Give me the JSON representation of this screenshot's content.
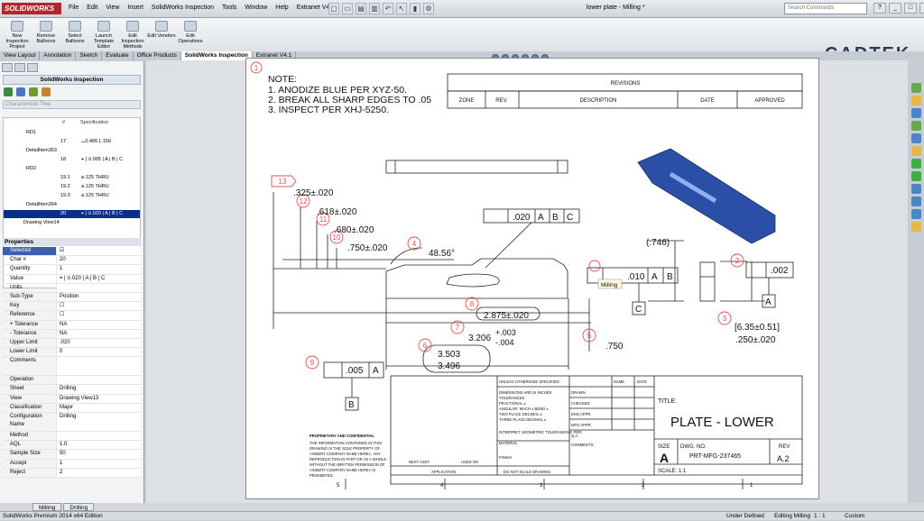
{
  "app": {
    "brand": "SOLIDWORKS",
    "title": "lower plate - Milling *",
    "search_placeholder": "Search Commands",
    "window_buttons": [
      "?",
      "_",
      "□",
      "×"
    ]
  },
  "menu": [
    "File",
    "Edit",
    "View",
    "Insert",
    "SolidWorks Inspection",
    "Tools",
    "Window",
    "Help",
    "Extranet V4.1"
  ],
  "commands": [
    {
      "label": "New Inspection Project"
    },
    {
      "label": "Remove Balloons"
    },
    {
      "label": "Select Balloons"
    },
    {
      "label": "Launch Template Editor"
    },
    {
      "label": "Edit Inspection Methods"
    },
    {
      "label": "Edit Vendors"
    },
    {
      "label": "Edit Operations"
    }
  ],
  "brand_logo": "CADTEK",
  "tabs": [
    {
      "label": "View Layout",
      "active": false
    },
    {
      "label": "Annotation",
      "active": false
    },
    {
      "label": "Sketch",
      "active": false
    },
    {
      "label": "Evaluate",
      "active": false
    },
    {
      "label": "Office Products",
      "active": false
    },
    {
      "label": "SolidWorks Inspection",
      "active": true
    },
    {
      "label": "Extranet V4.1",
      "active": false
    }
  ],
  "panel": {
    "title": "SolidWorks Inspection",
    "char_tree_label": "Characteristic Tree",
    "tree_headers": [
      "#",
      "Specification"
    ],
    "tree": [
      {
        "indent": 1,
        "label": "RD1",
        "spec": "",
        "selected": false
      },
      {
        "indent": 3,
        "label": "17",
        "spec": "⌴0.406 ↧.156",
        "selected": false
      },
      {
        "indent": 1,
        "label": "DetailItem363",
        "spec": "",
        "selected": false
      },
      {
        "indent": 3,
        "label": "18",
        "spec": "⌖ | ⌀.005 | A | B | C",
        "selected": false
      },
      {
        "indent": 1,
        "label": "RD2",
        "spec": "",
        "selected": false
      },
      {
        "indent": 3,
        "label": "19.1",
        "spec": "⌀.125 THRU",
        "selected": false
      },
      {
        "indent": 3,
        "label": "19.2",
        "spec": "⌀.125 THRU",
        "selected": false
      },
      {
        "indent": 3,
        "label": "19.3",
        "spec": "⌀.125 THRU",
        "selected": false
      },
      {
        "indent": 1,
        "label": "DetailItem364",
        "spec": "",
        "selected": false
      },
      {
        "indent": 3,
        "label": "20",
        "spec": "⌖ | ⌀.020 | A | B | C",
        "selected": true
      },
      {
        "indent": 0,
        "label": "Drawing View14",
        "spec": "",
        "selected": false
      }
    ]
  },
  "properties": {
    "title": "Properties",
    "rows": [
      {
        "k": "Selected",
        "v": "☑",
        "sel": true
      },
      {
        "k": "Char #",
        "v": "20"
      },
      {
        "k": "Quantity",
        "v": "1"
      },
      {
        "k": "Value",
        "v": "⌖ | ⌀.020 | A | B | C"
      },
      {
        "k": "Units",
        "v": ""
      },
      {
        "k": "Sub-Type",
        "v": "Position"
      },
      {
        "k": "Key",
        "v": "☐"
      },
      {
        "k": "Reference",
        "v": "☐"
      },
      {
        "k": "+ Tolerance",
        "v": "NA"
      },
      {
        "k": "- Tolerance",
        "v": "NA"
      },
      {
        "k": "Upper Limit",
        "v": ".020"
      },
      {
        "k": "Lower Limit",
        "v": "0"
      },
      {
        "k": "Comments",
        "v": "",
        "tall": true
      },
      {
        "k": "Operation",
        "v": ""
      },
      {
        "k": "Sheet",
        "v": "Drilling"
      },
      {
        "k": "View",
        "v": "Drawing View13"
      },
      {
        "k": "Classification",
        "v": "Major"
      },
      {
        "k": "Configuration Name",
        "v": "Drilling",
        "tall": true
      },
      {
        "k": "Method",
        "v": ""
      },
      {
        "k": "AQL",
        "v": "1.0"
      },
      {
        "k": "Sample Size",
        "v": "50"
      },
      {
        "k": "Accept",
        "v": "1"
      },
      {
        "k": "Reject",
        "v": "2"
      }
    ]
  },
  "sheet_tabs": [
    "Milling",
    "Drilling"
  ],
  "status": {
    "left": "SolidWorks Premium 2014 x64 Edition",
    "right": [
      "Under Defined",
      "Editing Milling",
      "1 : 1",
      "Custom"
    ]
  },
  "drawing": {
    "notes_title": "NOTE:",
    "notes": [
      "1.    ANODIZE BLUE PER XYZ-50.",
      "2.    BREAK ALL SHARP EDGES TO .05",
      "3.    INSPECT PER XHJ-5250."
    ],
    "revisions_title": "REVISIONS",
    "rev_headers": [
      "ZONE",
      "REV.",
      "DESCRIPTION",
      "DATE",
      "APPROVED"
    ],
    "dims": {
      "d325": ".325±.020",
      "d618": ".618±.020",
      "d680": ".680±.020",
      "d750a": ".750±.020",
      "angle": "48.56°",
      "d2875": "2.875±.020",
      "d3206": "3.206",
      "tolp": "+.003",
      "tolm": "-.004",
      "d3503": "3.503",
      "d3496": "3.496",
      "d746": "(.746)",
      "d750b": ".750",
      "d635": "[6.35±0.51]",
      "d250": ".250±.020",
      "fcf_pos": ".020",
      "fcf_005": ".005",
      "fcf_010": ".010",
      "fcf_002": ".002",
      "datumA": "A",
      "datumB": "B",
      "datumC": "C",
      "tooltip": "Milling"
    },
    "balloons": [
      "1",
      "2",
      "3",
      "4",
      "5",
      "6",
      "7",
      "8",
      "9",
      "10",
      "11",
      "12",
      "13"
    ],
    "title_block": {
      "title_label": "TITLE:",
      "title": "PLATE - LOWER",
      "size_label": "SIZE",
      "size": "A",
      "dwg_label": "DWG.  NO.",
      "dwg": "PRT-MFG-237465",
      "rev_label": "REV",
      "rev": "A.2",
      "scale": "SCALE: 1:1",
      "unless": "UNLESS OTHERWISE SPECIFIED:",
      "name": "NAME",
      "date": "DATE",
      "drawn": "DRAWN",
      "checked": "CHECKED",
      "eng": "ENG APPR.",
      "mfg": "MFG APPR.",
      "qa": "Q.A.",
      "comments": "COMMENTS:",
      "dims_in": "DIMENSIONS ARE IN INCHES",
      "tol": "TOLERANCES:",
      "frac": "FRACTIONAL ±",
      "ang": "ANGULAR: MACH ±   BEND ±",
      "two": "TWO PLACE DECIMAL   ±",
      "three": "THREE PLACE DECIMAL  ±",
      "interp": "INTERPRET GEOMETRIC TOLERANCING PER:",
      "material": "MATERIAL",
      "finish": "FINISH",
      "next": "NEXT ASSY",
      "used": "USED ON",
      "application": "APPLICATION",
      "noscale": "DO NOT SCALE DRAWING",
      "prop_title": "PROPRIETARY AND CONFIDENTIAL",
      "prop_text": [
        "THE INFORMATION CONTAINED IN THIS",
        "DRAWING IS THE SOLE PROPERTY OF",
        "<INSERT COMPANY NAME HERE>. ANY",
        "REPRODUCTION IN PART OR AS A WHOLE",
        "WITHOUT THE WRITTEN PERMISSION OF",
        "<INSERT COMPANY NAME HERE> IS",
        "PROHIBITED."
      ],
      "zones": [
        "5",
        "4",
        "3",
        "2",
        "1"
      ]
    }
  }
}
